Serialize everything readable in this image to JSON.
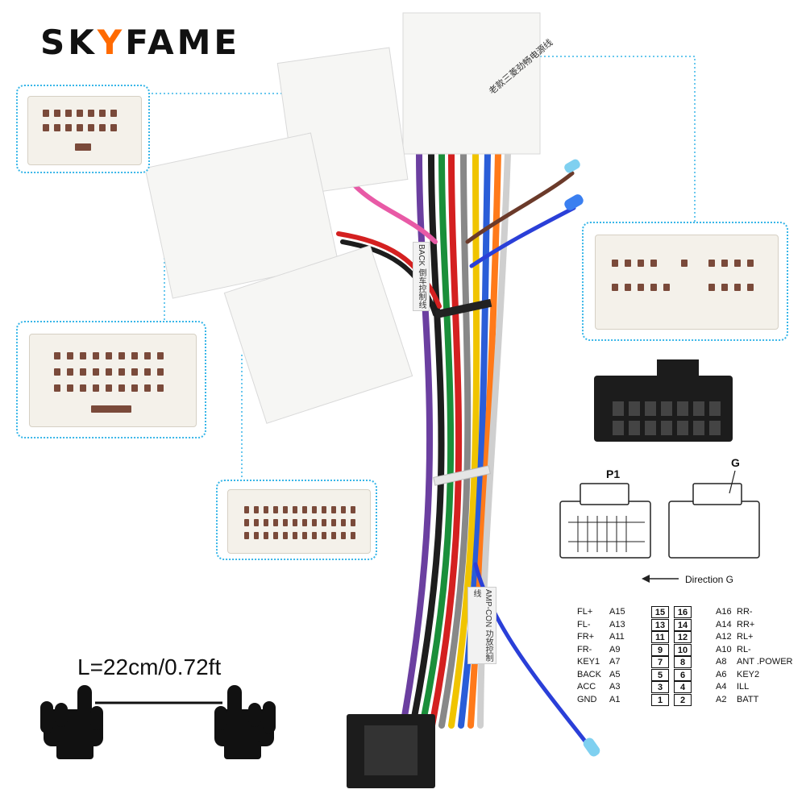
{
  "brand": {
    "prefix": "SK",
    "accent": "Y",
    "suffix": "FAME",
    "accent_color": "#ff6a00"
  },
  "length": {
    "label": "L=22cm/0.72ft"
  },
  "connector_labels": {
    "p1": "P1",
    "g": "G",
    "direction": "Direction G"
  },
  "tags": {
    "back": "BACK 倒车控制线",
    "amp": "AMP-CON 功放控制线",
    "power": "老款三菱劲畅电源线"
  },
  "pinout": [
    {
      "left_label": "FL+",
      "left_pin": "A15",
      "left_num": "15",
      "right_num": "16",
      "right_pin": "A16",
      "right_label": "RR-"
    },
    {
      "left_label": "FL-",
      "left_pin": "A13",
      "left_num": "13",
      "right_num": "14",
      "right_pin": "A14",
      "right_label": "RR+"
    },
    {
      "left_label": "FR+",
      "left_pin": "A11",
      "left_num": "11",
      "right_num": "12",
      "right_pin": "A12",
      "right_label": "RL+"
    },
    {
      "left_label": "FR-",
      "left_pin": "A9",
      "left_num": "9",
      "right_num": "10",
      "right_pin": "A10",
      "right_label": "RL-"
    },
    {
      "left_label": "KEY1",
      "left_pin": "A7",
      "left_num": "7",
      "right_num": "8",
      "right_pin": "A8",
      "right_label": "ANT .POWER"
    },
    {
      "left_label": "BACK",
      "left_pin": "A5",
      "left_num": "5",
      "right_num": "6",
      "right_pin": "A6",
      "right_label": "KEY2"
    },
    {
      "left_label": "ACC",
      "left_pin": "A3",
      "left_num": "3",
      "right_num": "4",
      "right_pin": "A4",
      "right_label": "ILL"
    },
    {
      "left_label": "GND",
      "left_pin": "A1",
      "left_num": "1",
      "right_num": "2",
      "right_pin": "A2",
      "right_label": "BATT"
    }
  ],
  "icons": {
    "hand_left": "pointing-hand-icon",
    "hand_right": "pointing-hand-icon"
  }
}
